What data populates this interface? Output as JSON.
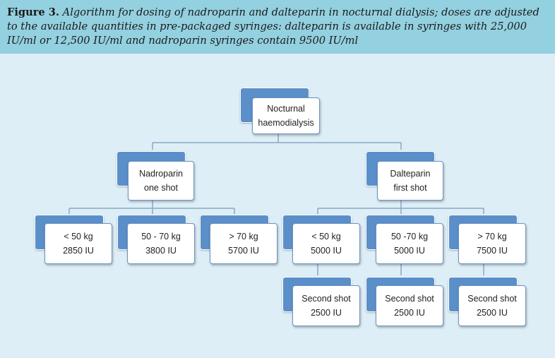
{
  "caption": {
    "lead": "Figure 3.",
    "text": "Algorithm for dosing of nadroparin and dalteparin in nocturnal dialysis; doses are adjusted to the available quantities in pre-packaged syringes: dalteparin is available in syringes with 25,000 IU/ml or 12,500 IU/ml and nadroparin syringes contain 9500 IU/ml"
  },
  "colors": {
    "caption_background": "#93d0e0",
    "panel_background": "#ddeef6",
    "node_back": "#5b8fc9",
    "node_border": "#6d93c0",
    "connector": "#8aa7c9"
  },
  "diagram": {
    "root": {
      "line1": "Nocturnal",
      "line2": "haemodialysis"
    },
    "nadroparin": {
      "line1": "Nadroparin",
      "line2": "one shot"
    },
    "dalteparin": {
      "line1": "Dalteparin",
      "line2": "first shot"
    },
    "nadro_doses": [
      {
        "line1": "< 50 kg",
        "line2": "2850 IU"
      },
      {
        "line1": "50 - 70 kg",
        "line2": "3800 IU"
      },
      {
        "line1": "> 70 kg",
        "line2": "5700 IU"
      }
    ],
    "dalte_doses": [
      {
        "line1": "< 50 kg",
        "line2": "5000 IU"
      },
      {
        "line1": "50 -70 kg",
        "line2": "5000 IU"
      },
      {
        "line1": "> 70 kg",
        "line2": "7500 IU"
      }
    ],
    "second_shots": [
      {
        "line1": "Second shot",
        "line2": "2500 IU"
      },
      {
        "line1": "Second shot",
        "line2": "2500 IU"
      },
      {
        "line1": "Second shot",
        "line2": "2500 IU"
      }
    ]
  }
}
